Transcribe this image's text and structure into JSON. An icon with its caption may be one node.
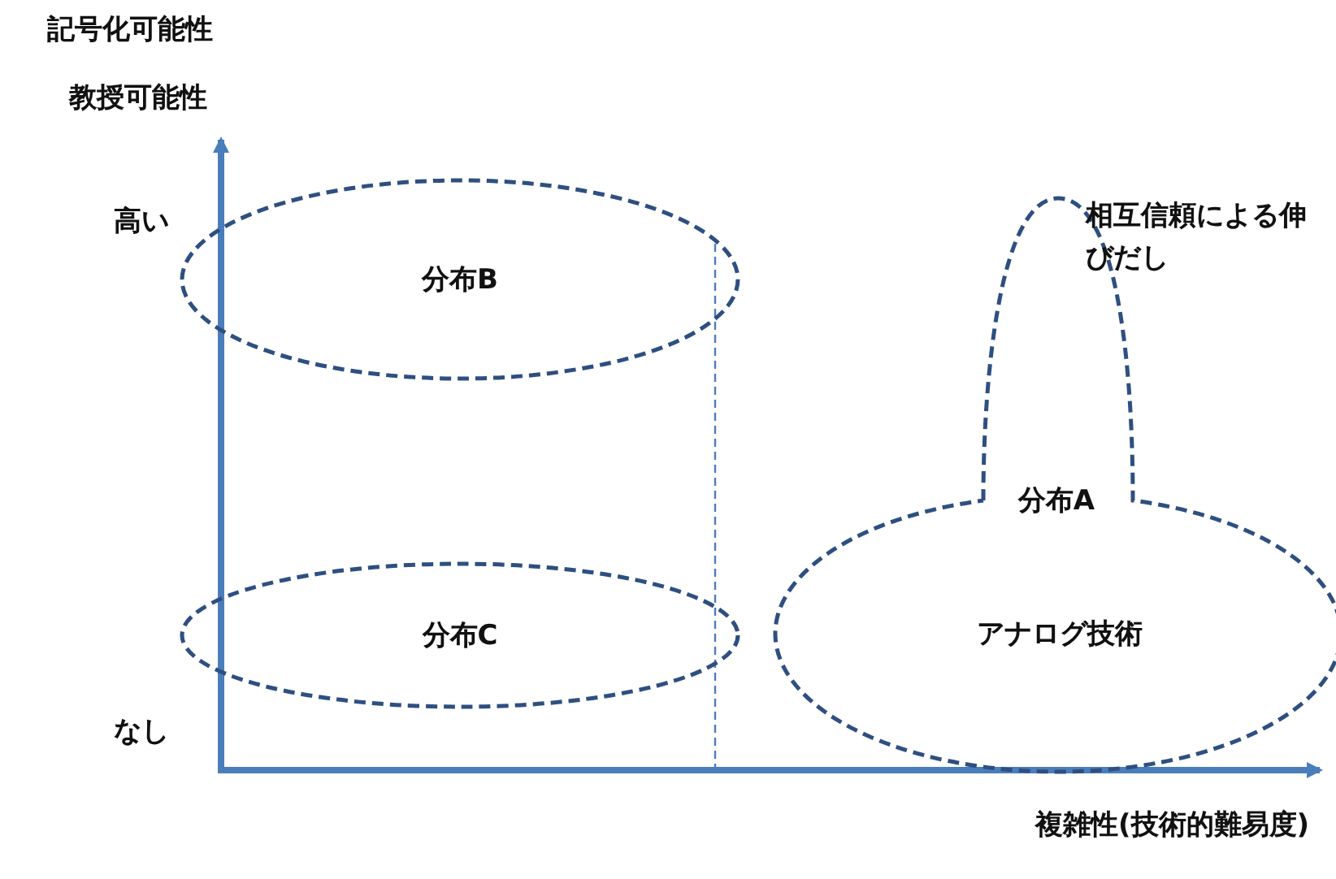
{
  "diagram": {
    "nodes": [
      {
        "text": [
          "分布B"
        ]
      },
      {
        "text": [
          "分布A",
          "アナログ技術"
        ],
        "beside": [
          "相互信頼による伸びだし"
        ]
      },
      {
        "text": [
          "分布C"
        ]
      }
    ],
    "edges": [],
    "labels": [
      "記号化可能性",
      "教授可能性",
      "高い",
      "なし",
      "複雑性(技術的難易度)"
    ]
  }
}
